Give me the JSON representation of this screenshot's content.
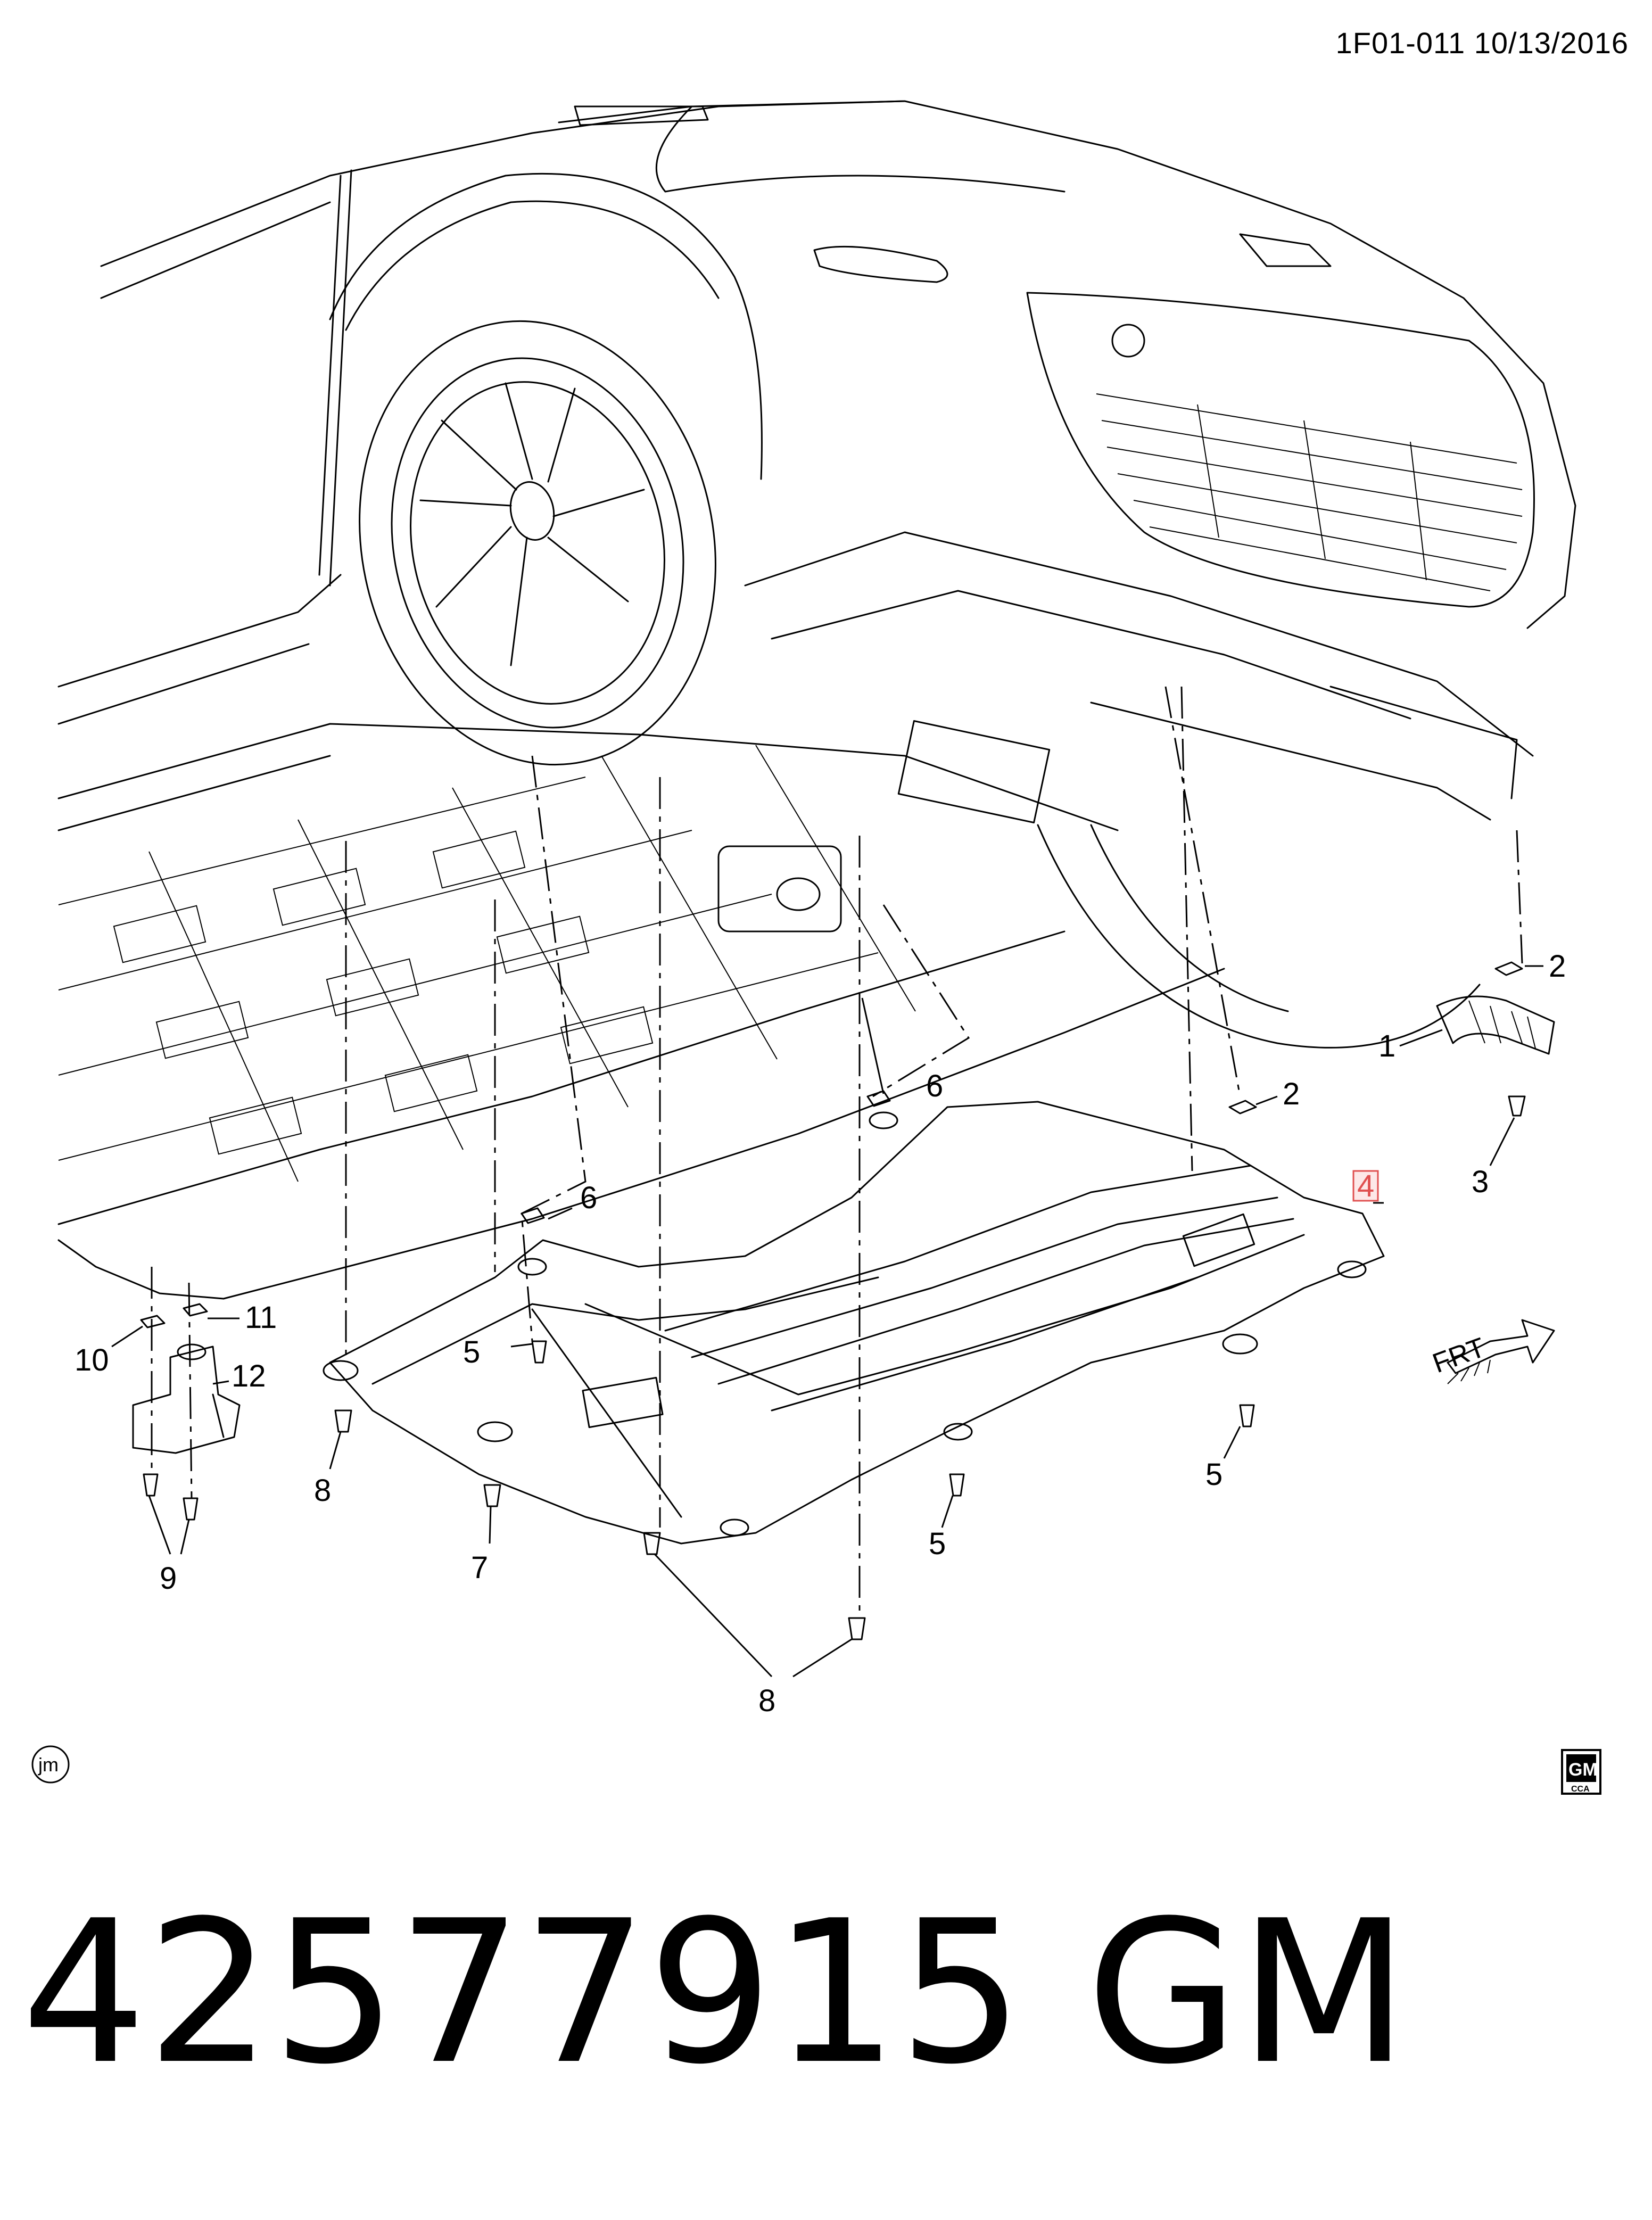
{
  "header": {
    "code_date": "1F01-011  10/13/2016"
  },
  "footer": {
    "part_number_label": "42577915   GM"
  },
  "watermarks": {
    "jm": "jm",
    "gm_logo": "GM",
    "gm_logo_sub": "CCA"
  },
  "direction_indicator": {
    "label": "FRT"
  },
  "callouts": [
    {
      "id": "c1",
      "label": "1"
    },
    {
      "id": "c2a",
      "label": "2"
    },
    {
      "id": "c2b",
      "label": "2"
    },
    {
      "id": "c3",
      "label": "3"
    },
    {
      "id": "c4",
      "label": "4",
      "highlighted": true,
      "highlight_color": "#e05050"
    },
    {
      "id": "c5a",
      "label": "5"
    },
    {
      "id": "c5b",
      "label": "5"
    },
    {
      "id": "c5c",
      "label": "5"
    },
    {
      "id": "c6a",
      "label": "6"
    },
    {
      "id": "c6b",
      "label": "6"
    },
    {
      "id": "c7",
      "label": "7"
    },
    {
      "id": "c8a",
      "label": "8"
    },
    {
      "id": "c8b",
      "label": "8"
    },
    {
      "id": "c9",
      "label": "9"
    },
    {
      "id": "c10",
      "label": "10"
    },
    {
      "id": "c11",
      "label": "11"
    },
    {
      "id": "c12",
      "label": "12"
    }
  ]
}
